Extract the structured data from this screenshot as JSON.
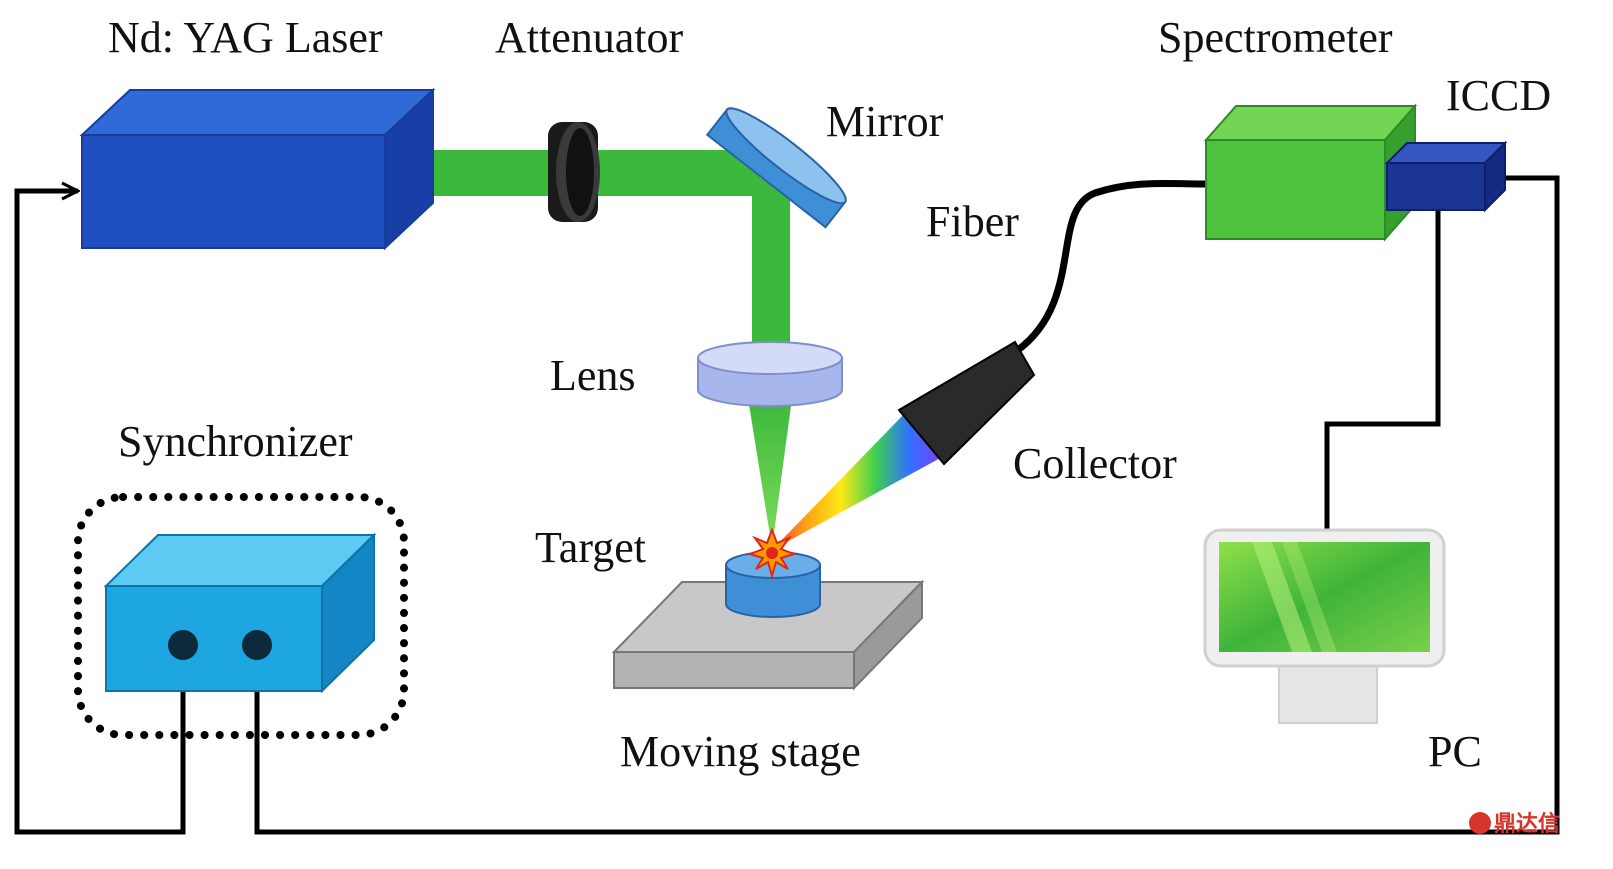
{
  "labels": {
    "laser": "Nd: YAG Laser",
    "attenuator": "Attenuator",
    "mirror": "Mirror",
    "spectrometer": "Spectrometer",
    "iccd": "ICCD",
    "fiber": "Fiber",
    "lens": "Lens",
    "synchronizer": "Synchronizer",
    "collector": "Collector",
    "target": "Target",
    "moving_stage": "Moving stage",
    "pc": "PC"
  },
  "watermark": "鼎达信",
  "colors": {
    "laser_blue": "#1f4fc0",
    "beam_green": "#3cb83c",
    "spectrometer_green": "#4ec23c",
    "iccd_navy": "#1a3594",
    "synchronizer_cyan": "#1ea6e0",
    "stage_gray": "#bdbdbd",
    "target_blue": "#3f8fd6",
    "collector_black": "#2a2a2a"
  }
}
